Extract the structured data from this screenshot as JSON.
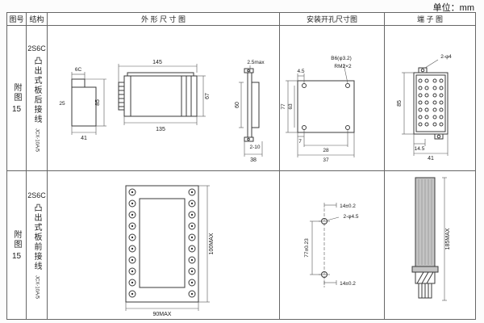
{
  "unit_label": "单位：mm",
  "header": {
    "fig": "图号",
    "structure": "结构",
    "outline": "外 形 尺 寸 图",
    "mounting": "安装开孔尺寸图",
    "terminal": "端 子 图"
  },
  "rows": [
    {
      "fig_label": "附图",
      "fig_num": "15",
      "model_code": "2S6C",
      "structure_text": "凸出式板后接线",
      "sub_model": "JCX-10A/5",
      "outline": {
        "top_width": "6C",
        "left": "25",
        "height": "85",
        "width": "41",
        "top_total": "145",
        "bottom": "135",
        "side_height": "67",
        "flange": "2.5max",
        "panel_height": "60",
        "holes": "2-10",
        "depth": "38"
      },
      "mounting": {
        "offset": "4.5",
        "hole_spec": "B6(φ3.2)",
        "thread": "RM2×2",
        "height_outer": "77",
        "height_inner": "63",
        "offset_b": "7",
        "width_inner": "28",
        "width_outer": "37"
      },
      "terminal": {
        "holes": "2-φ4",
        "height": "85",
        "offset": "14.5",
        "width": "41"
      }
    },
    {
      "fig_label": "附图",
      "fig_num": "15",
      "model_code": "2S6C",
      "structure_text": "凸出式板前接线",
      "sub_model": "JCX-10A/5",
      "outline": {
        "height": "100MAX",
        "width": "90MAX"
      },
      "mounting": {
        "top_offset": "14±0.2",
        "hole_spec": "2-φ4.5",
        "height": "77±0.23",
        "bottom_offset": "14±0.2"
      },
      "terminal": {
        "height": "185MAX"
      }
    }
  ]
}
